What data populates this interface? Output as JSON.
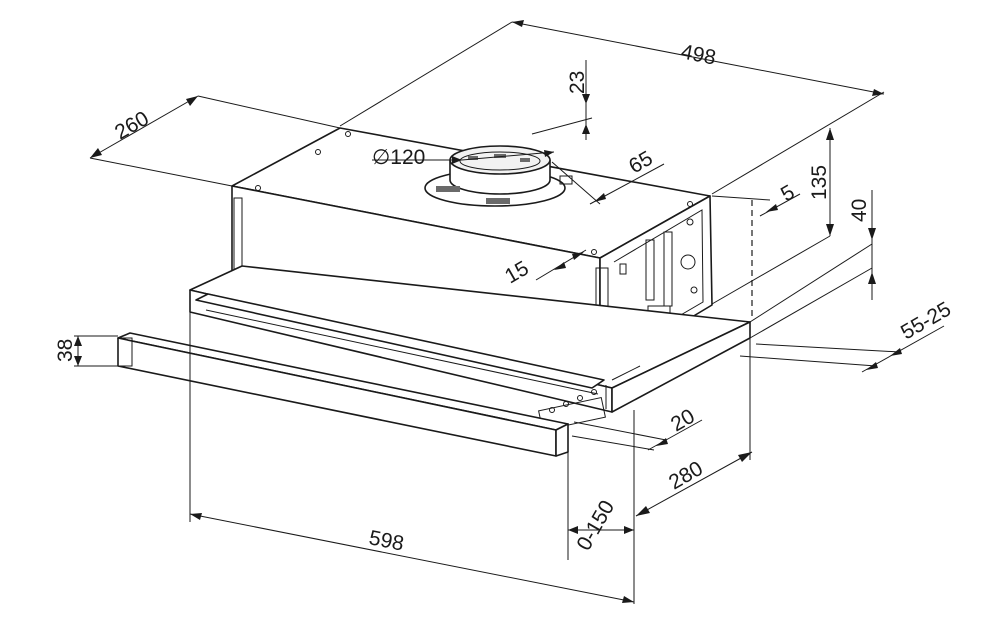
{
  "dimensions": {
    "width_top": "498",
    "depth_top": "260",
    "duct_offset_top": "23",
    "duct_diameter": "∅120",
    "duct_offset_side": "65",
    "right_gap": "5",
    "height_total": "135",
    "height_front": "40",
    "rear_offset": "55-25",
    "edge_offset": "15",
    "panel_height": "38",
    "front_offset": "20",
    "depth_bottom": "280",
    "extension": "0-150",
    "width_bottom": "598"
  }
}
